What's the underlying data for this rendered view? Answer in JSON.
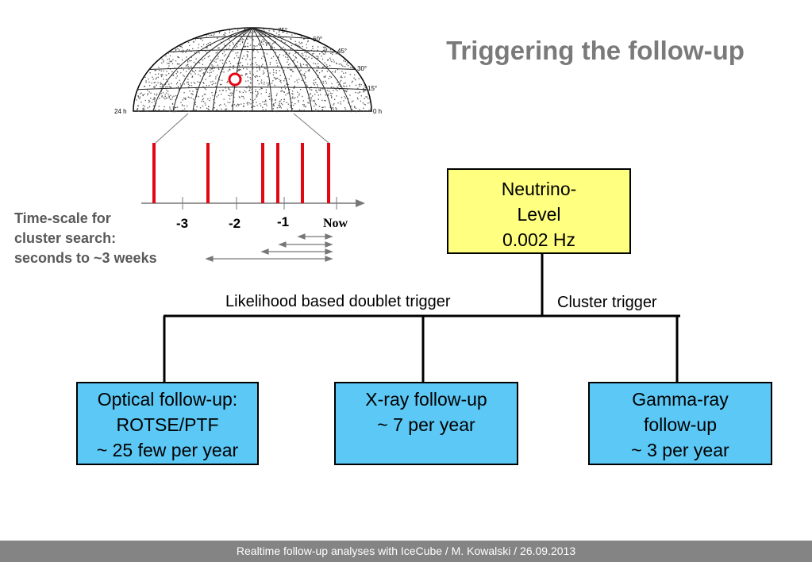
{
  "title": "Triggering the follow-up",
  "sky_map": {
    "lat_labels": [
      "75°",
      "60°",
      "45°",
      "30°",
      "15°"
    ],
    "left_label": "24 h",
    "right_label": "0 h",
    "colors": {
      "grid": "#222222",
      "marker": "#e30613"
    }
  },
  "timeline": {
    "ticks": [
      "-3",
      "-2",
      "-1",
      "Now"
    ],
    "event_color": "#e30613"
  },
  "timescale_text": [
    "Time-scale for",
    "cluster search:",
    "seconds to ~3 weeks"
  ],
  "top_box": {
    "lines": [
      "Neutrino-",
      "Level",
      "0.002 Hz"
    ],
    "color": "#ffff80"
  },
  "branch_labels": {
    "left": "Likelihood based doublet trigger",
    "right": "Cluster trigger"
  },
  "bottom_boxes": [
    {
      "lines": [
        "Optical follow-up:",
        "ROTSE/PTF",
        "~ 25 few per year"
      ]
    },
    {
      "lines": [
        "X-ray follow-up",
        "~ 7 per year"
      ]
    },
    {
      "lines": [
        "Gamma-ray",
        "follow-up",
        "~ 3 per year"
      ]
    }
  ],
  "box_color": "#5bc8f5",
  "footer": "Realtime follow-up analyses with IceCube  /  M. Kowalski  /  26.09.2013"
}
